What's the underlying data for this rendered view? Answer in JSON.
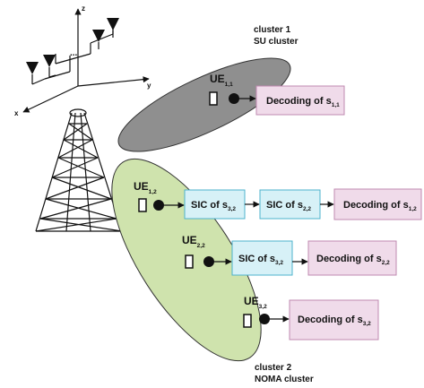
{
  "axes": {
    "x": "x",
    "y": "y",
    "z": "z",
    "dots": "..."
  },
  "cluster1": {
    "title_line1": "cluster 1",
    "title_line2": "SU cluster",
    "ue": {
      "base": "UE",
      "sub": "1,1"
    },
    "decoding": {
      "prefix": "Decoding of s",
      "sub": "1,1"
    }
  },
  "cluster2": {
    "title_line1": "cluster 2",
    "title_line2": "NOMA cluster",
    "ue12": {
      "label": {
        "base": "UE",
        "sub": "1,2"
      },
      "sic_a": {
        "prefix": "SIC of s",
        "sub": "3,2"
      },
      "sic_b": {
        "prefix": "SIC of s",
        "sub": "2,2"
      },
      "decoding": {
        "prefix": "Decoding of s",
        "sub": "1,2"
      }
    },
    "ue22": {
      "label": {
        "base": "UE",
        "sub": "2,2"
      },
      "sic": {
        "prefix": "SIC of s",
        "sub": "3,2"
      },
      "decoding": {
        "prefix": "Decoding of s",
        "sub": "2,2"
      }
    },
    "ue32": {
      "label": {
        "base": "UE",
        "sub": "3,2"
      },
      "decoding": {
        "prefix": "Decoding of s",
        "sub": "3,2"
      }
    }
  },
  "colors": {
    "su_ellipse": "#8f8f8f",
    "noma_ellipse": "#cfe3ad",
    "sic_box_fill": "#d7f1f7",
    "sic_box_stroke": "#4cb3cc",
    "decode_box_fill": "#f0dbea",
    "decode_box_stroke": "#bf8ab0"
  }
}
